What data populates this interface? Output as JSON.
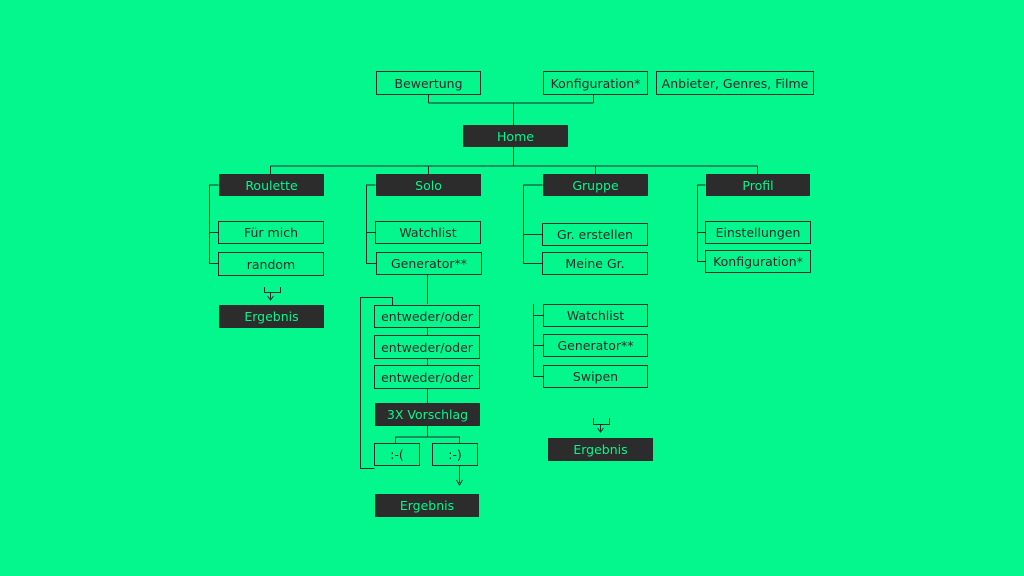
{
  "colors": {
    "background": "#04f78d",
    "ink": "#2c2c2c",
    "filled_text": "#04f78d"
  },
  "top": {
    "bewertung": "Bewertung",
    "konfiguration": "Konfiguration*",
    "anbieter": "Anbieter, Genres, Filme"
  },
  "home": "Home",
  "roulette": {
    "title": "Roulette",
    "items": [
      "Für mich",
      "random"
    ],
    "result": "Ergebnis"
  },
  "solo": {
    "title": "Solo",
    "items": [
      "Watchlist",
      "Generator**"
    ],
    "choices": [
      "entweder/oder",
      "entweder/oder",
      "entweder/oder"
    ],
    "suggestion": "3X Vorschlag",
    "sad": ":-(",
    "happy": ":-)",
    "result": "Ergebnis"
  },
  "gruppe": {
    "title": "Gruppe",
    "items": [
      "Gr. erstellen",
      "Meine Gr."
    ],
    "subitems": [
      "Watchlist",
      "Generator**",
      "Swipen"
    ],
    "result": "Ergebnis"
  },
  "profil": {
    "title": "Profil",
    "items": [
      "Einstellungen",
      "Konfiguration*"
    ]
  }
}
